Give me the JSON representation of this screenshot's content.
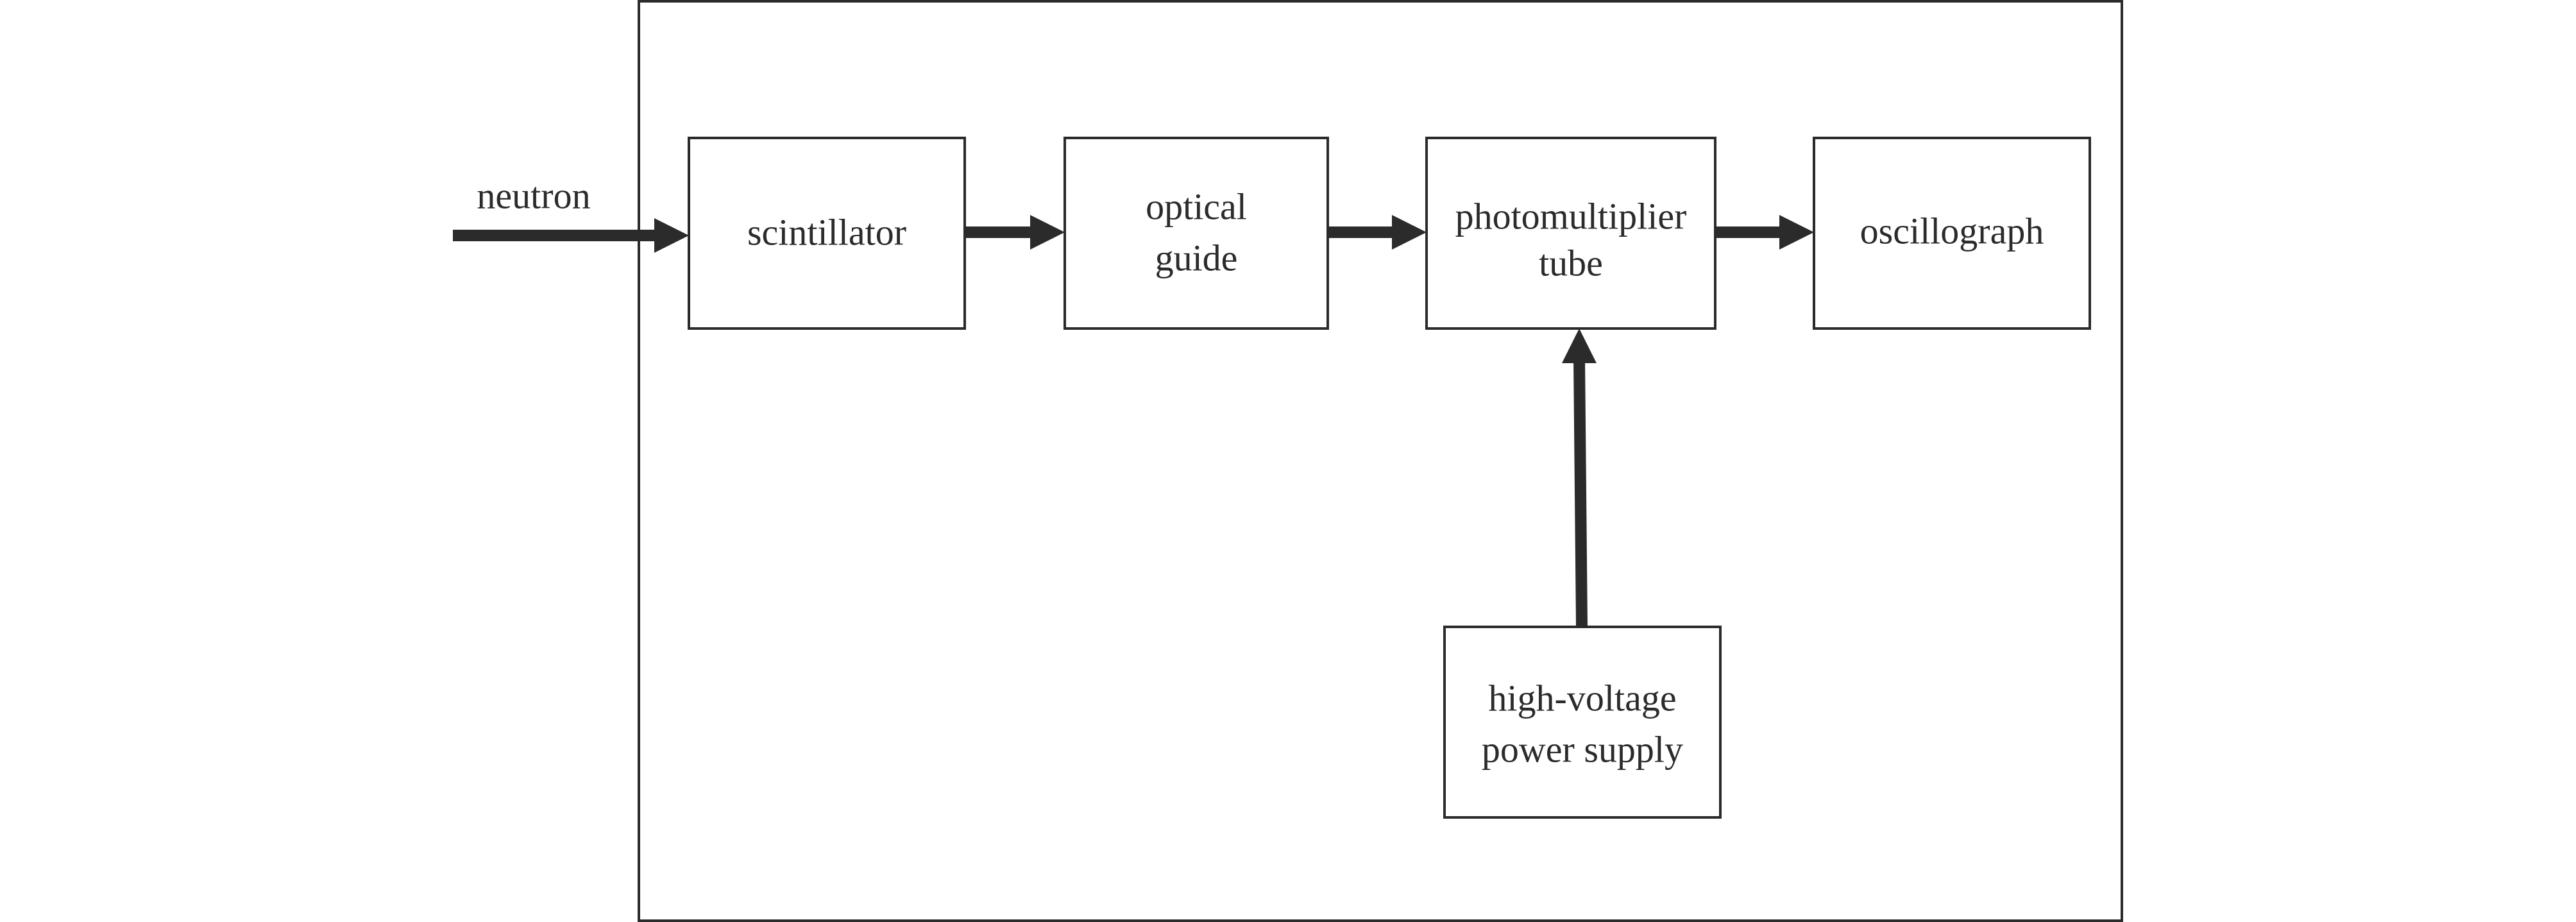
{
  "diagram": {
    "input_label": "neutron",
    "blocks": {
      "scintillator": [
        "scintillator"
      ],
      "optical_guide": [
        "optical",
        "guide"
      ],
      "photomultiplier": [
        "photomultiplier",
        "tube"
      ],
      "oscillograph": [
        "oscillograph"
      ],
      "power_supply": [
        "high-voltage",
        "power supply"
      ]
    },
    "colors": {
      "stroke": "#2b2b2b",
      "background": "#ffffff"
    }
  }
}
